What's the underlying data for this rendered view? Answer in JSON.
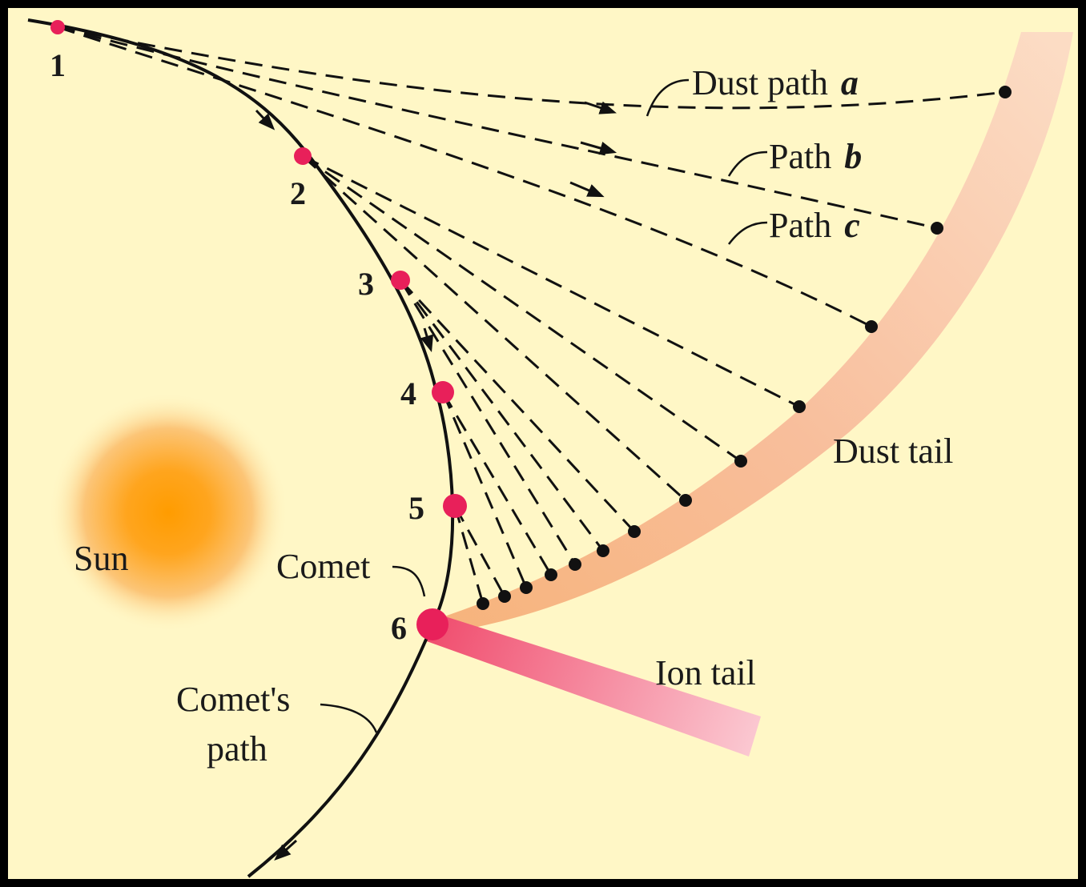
{
  "diagram": {
    "positions": [
      "1",
      "2",
      "3",
      "4",
      "5",
      "6"
    ],
    "labels": {
      "sun": "Sun",
      "comet": "Comet",
      "comets_path_line1": "Comet's",
      "comets_path_line2": "path",
      "dust_tail": "Dust tail",
      "ion_tail": "Ion tail",
      "dust_path_a_prefix": "Dust path",
      "path_a_letter": "a",
      "path_b_prefix": "Path",
      "path_b_letter": "b",
      "path_c_prefix": "Path",
      "path_c_letter": "c"
    },
    "colors": {
      "background": "#fff7c6",
      "frame": "#000000",
      "sun": "#ffa000",
      "comet_marker": "#e8205a",
      "dust_tail": "#f6b4a0",
      "ion_tail": "#f0607a",
      "line": "#111111"
    }
  }
}
